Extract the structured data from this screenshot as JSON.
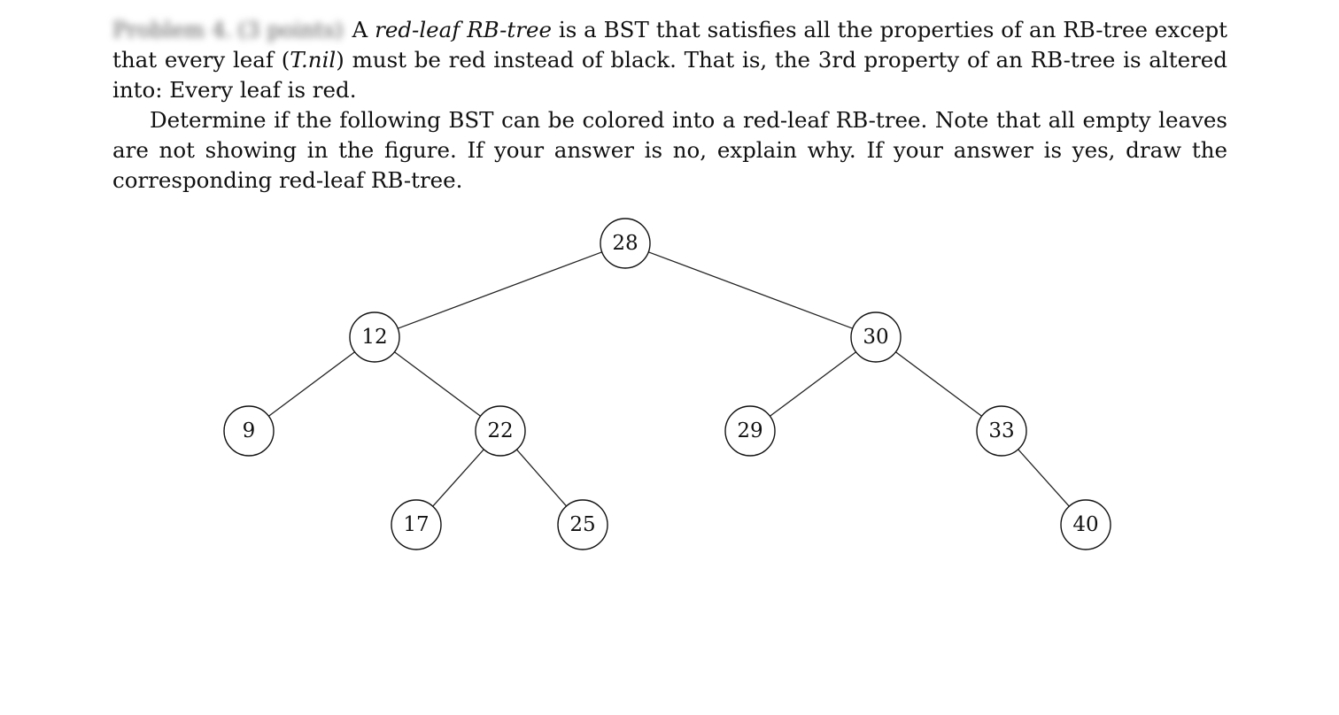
{
  "problem": {
    "label": "Problem 4.",
    "points": "(3 points)",
    "intro_1": "A ",
    "term": "red-leaf RB-tree",
    "intro_2": " is a BST that satisfies all the properties of an RB-tree except that every leaf (",
    "nil_term": "T.nil",
    "intro_3": ") must be red instead of black. That is, the 3rd property of an RB-tree is altered into: Every leaf is red.",
    "question": "Determine if the following BST can be colored into a red-leaf RB-tree. Note that all empty leaves are not showing in the figure. If your answer is no, explain why. If your answer is yes, draw the corresponding red-leaf RB-tree."
  },
  "tree": {
    "nodes": [
      {
        "id": "n28",
        "key": "28"
      },
      {
        "id": "n12",
        "key": "12"
      },
      {
        "id": "n30",
        "key": "30"
      },
      {
        "id": "n9",
        "key": "9"
      },
      {
        "id": "n22",
        "key": "22"
      },
      {
        "id": "n29",
        "key": "29"
      },
      {
        "id": "n33",
        "key": "33"
      },
      {
        "id": "n17",
        "key": "17"
      },
      {
        "id": "n25",
        "key": "25"
      },
      {
        "id": "n40",
        "key": "40"
      }
    ],
    "edges": [
      [
        "n28",
        "n12"
      ],
      [
        "n28",
        "n30"
      ],
      [
        "n12",
        "n9"
      ],
      [
        "n12",
        "n22"
      ],
      [
        "n22",
        "n17"
      ],
      [
        "n22",
        "n25"
      ],
      [
        "n30",
        "n29"
      ],
      [
        "n30",
        "n33"
      ],
      [
        "n33",
        "n40"
      ]
    ]
  }
}
